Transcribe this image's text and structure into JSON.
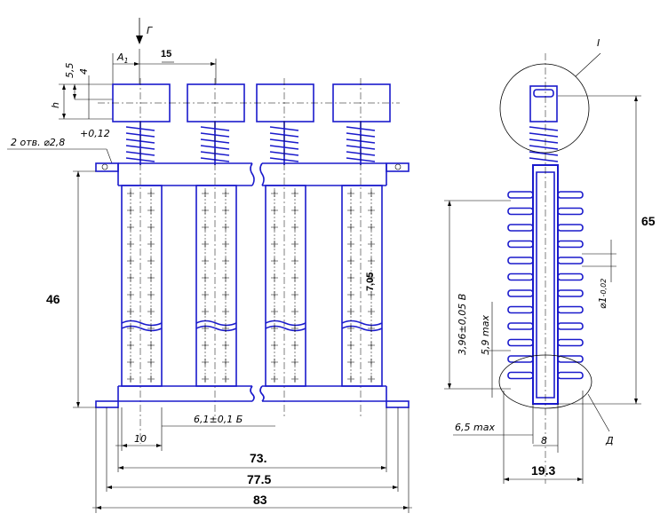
{
  "bold_labels": {
    "dim_15": "15",
    "dim_46": "46",
    "dim_7_05": "7,05",
    "dim_65": "65",
    "dim_73": "73.",
    "dim_77_5": "77.5",
    "dim_83": "83",
    "dim_19_3": "19.3"
  },
  "italic_labels": {
    "view_g": "Г",
    "a1": "А",
    "a1_sub": "1",
    "dim_5_5": "5,5",
    "dim_4": "4",
    "h": "h",
    "holes": "2 отв. ⌀2,8",
    "holes_tol": "+0,12",
    "tol_6_1": "6,1±0,1  Б",
    "dim_10": "10",
    "dim_3_96": "3,96±0,05  В",
    "dim_5_9": "5,9 max",
    "dim_phi": "⌀1",
    "dim_phi_tol": "-0,02",
    "dim_6_5": "6,5 max",
    "dim_8": "8",
    "callout_1": "I",
    "callout_d": "Д"
  },
  "colors": {
    "outline": "#1a1acc",
    "lines": "#000000"
  }
}
